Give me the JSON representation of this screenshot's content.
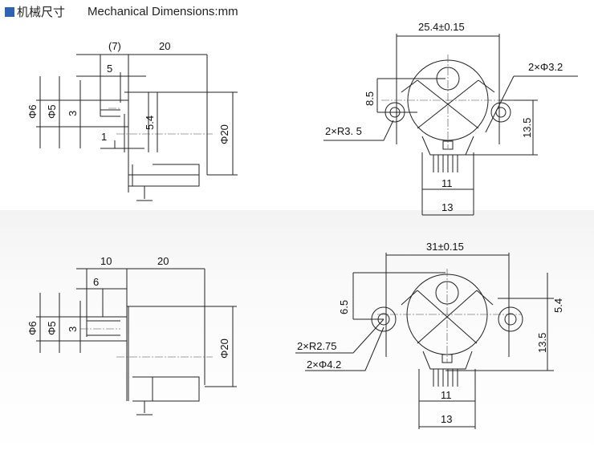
{
  "header": {
    "title_cn": "机械尺寸",
    "title_en": "Mechanical Dimensions:mm",
    "accent": "#2f64b4"
  },
  "top_side": {
    "d7": "(7)",
    "d20": "20",
    "d5": "5",
    "phi6": "Φ6",
    "phi5": "Φ5",
    "d3": "3",
    "d54": "5.4",
    "d1": "1",
    "phi20": "Φ20"
  },
  "top_front": {
    "width": "25.4±0.15",
    "hole": "2×Φ3.2",
    "h85": "8.5",
    "radius": "2×R3. 5",
    "h135": "13.5",
    "w11": "11",
    "w13": "13"
  },
  "bottom_side": {
    "d10": "10",
    "d20": "20",
    "d6": "6",
    "phi6": "Φ6",
    "phi5": "Φ5",
    "d3": "3",
    "phi20": "Φ20"
  },
  "bottom_front": {
    "width": "31±0.15",
    "h65": "6.5",
    "h54": "5.4",
    "h135": "13.5",
    "radius": "2×R2.75",
    "hole": "2×Φ4.2",
    "w11": "11",
    "w13": "13"
  }
}
